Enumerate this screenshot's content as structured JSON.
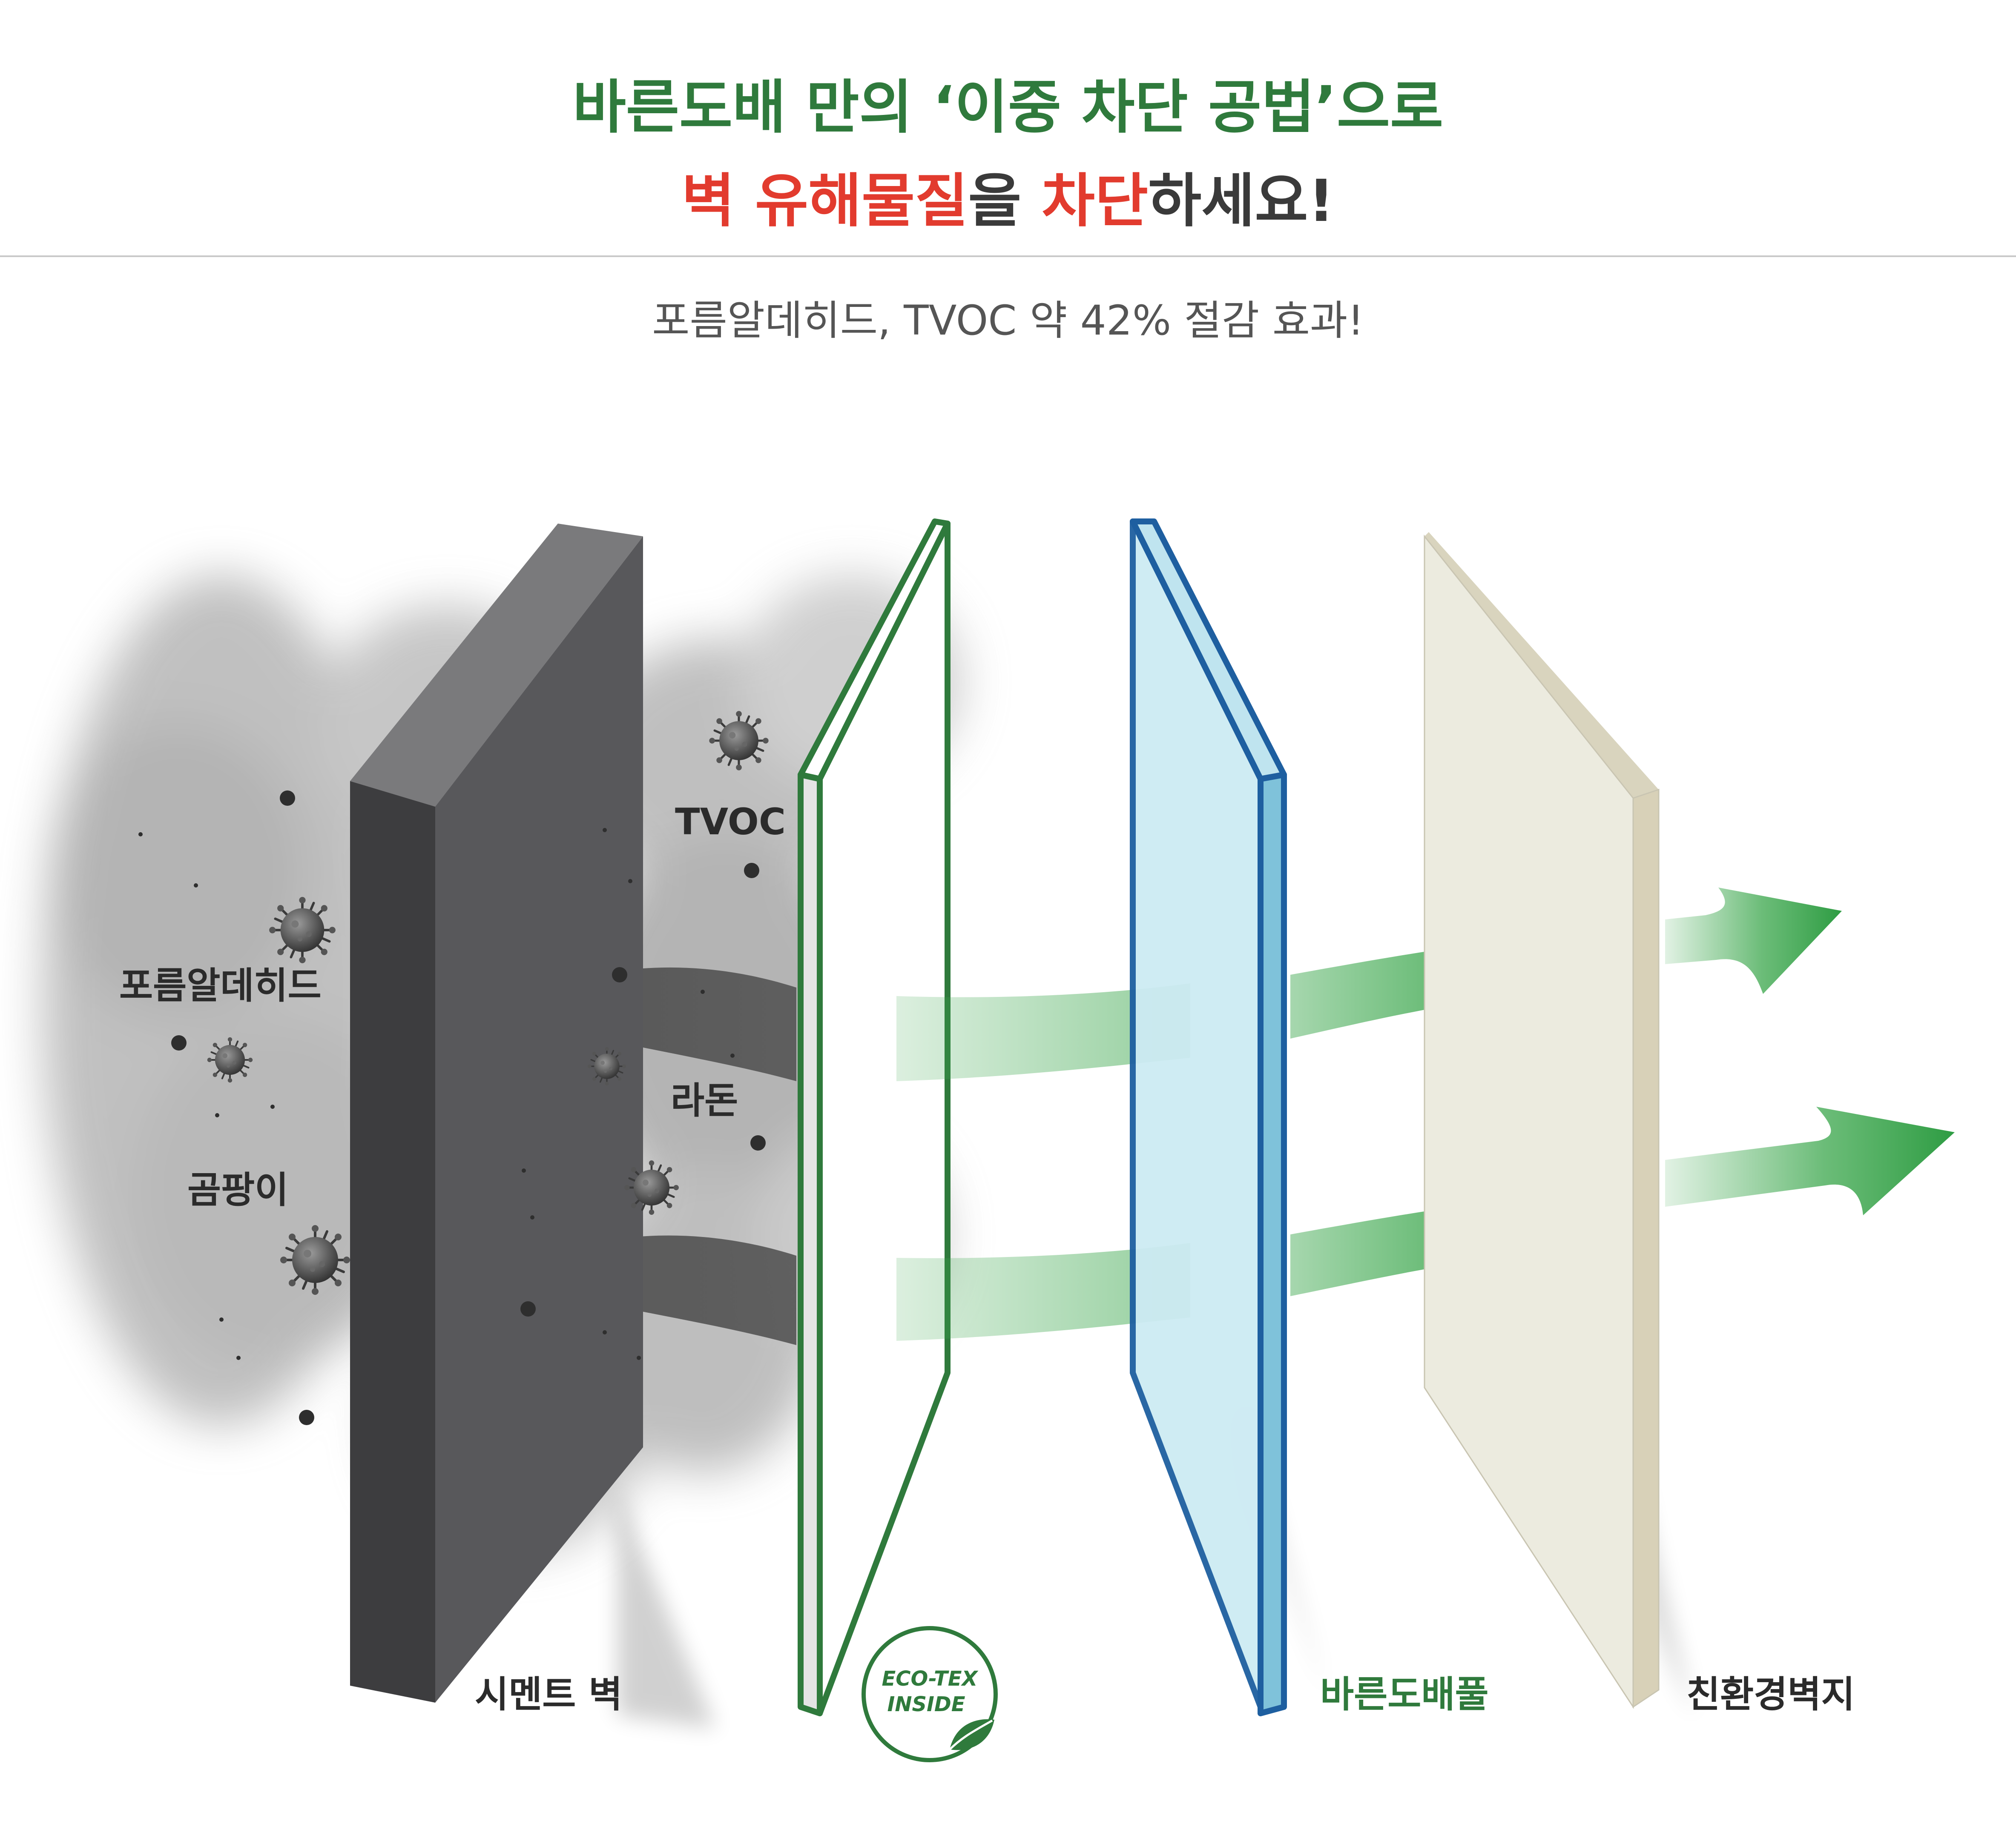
{
  "header": {
    "line1": "바른도배 만의 ‘이중 차단 공법’으로",
    "line2_part1": "벽 유해물질",
    "line2_part2": "을 ",
    "line2_part3": "차단",
    "line2_part4": "하세요!"
  },
  "subtitle": "포름알데히드, TVOC 약 42% 절감 효과!",
  "pollutants": [
    "TVOC",
    "포름알데히드",
    "라돈",
    "곰팡이"
  ],
  "layers": [
    "시멘트 벽",
    "바른도배풀",
    "친환경벽지"
  ],
  "badge": {
    "line1": "ECO-TEX",
    "line2": "INSIDE"
  },
  "colors": {
    "green": "#2f7a3c",
    "red": "#e23b2e",
    "wall_front": "#3d3d3f",
    "wall_side": "#58585b",
    "wall_top": "#7a7a7c",
    "glue": "#cdebf3",
    "glue_edge": "#1e5fa0",
    "wallpaper": "#ecebdf",
    "arrow_green": "#37a64a"
  }
}
